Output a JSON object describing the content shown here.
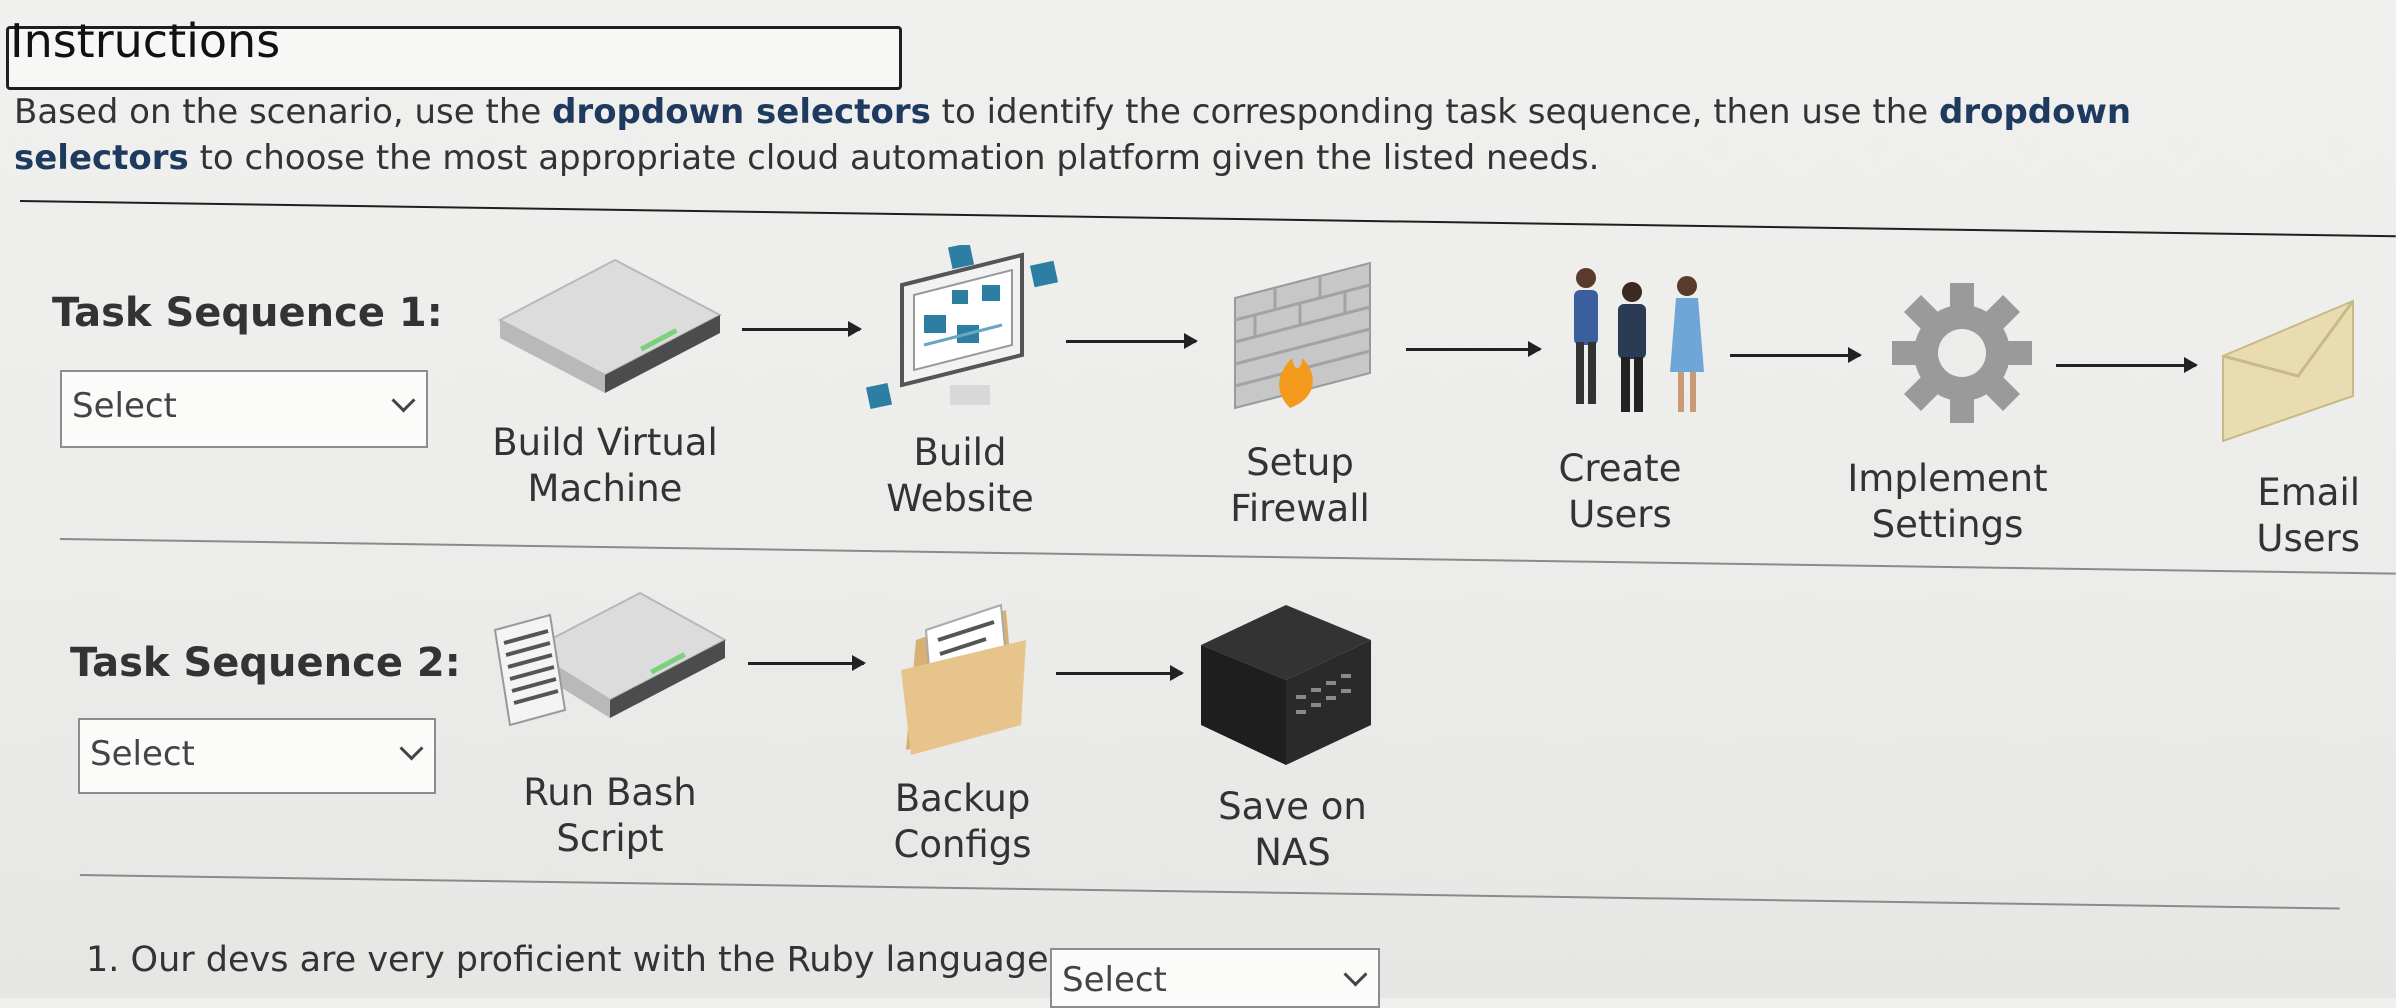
{
  "header": {
    "title": "Instructions",
    "line1_a": "Based on the scenario, use the ",
    "line1_b": "dropdown selectors",
    "line1_c": " to identify the corresponding task sequence, then use the ",
    "line1_d": "dropdown",
    "line2_a": "selectors",
    "line2_b": " to choose the most appropriate cloud automation platform given the listed needs."
  },
  "sequence1": {
    "label": "Task Sequence 1:",
    "select_value": "Select",
    "steps": [
      {
        "line1": "Build Virtual",
        "line2": "Machine",
        "icon": "server-icon"
      },
      {
        "line1": "Build",
        "line2": "Website",
        "icon": "website-monitor-icon"
      },
      {
        "line1": "Setup",
        "line2": "Firewall",
        "icon": "firewall-icon"
      },
      {
        "line1": "Create",
        "line2": "Users",
        "icon": "users-icon"
      },
      {
        "line1": "Implement",
        "line2": "Settings",
        "icon": "gear-icon"
      },
      {
        "line1": "Email",
        "line2": "Users",
        "icon": "envelope-icon"
      }
    ]
  },
  "sequence2": {
    "label": "Task Sequence 2:",
    "select_value": "Select",
    "steps": [
      {
        "line1": "Run Bash",
        "line2": "Script",
        "icon": "script-server-icon"
      },
      {
        "line1": "Backup",
        "line2": "Configs",
        "icon": "folder-icon"
      },
      {
        "line1": "Save on",
        "line2": "NAS",
        "icon": "nas-icon"
      }
    ]
  },
  "questions": [
    {
      "text": "1. Our devs are very proficient with the Ruby language:",
      "select_value": "Select"
    }
  ],
  "colors": {
    "bold_text": "#1e3a5f",
    "folder": "#e7c48c",
    "nas": "#1e1e1e",
    "person_blue": "#3b5f9e"
  }
}
